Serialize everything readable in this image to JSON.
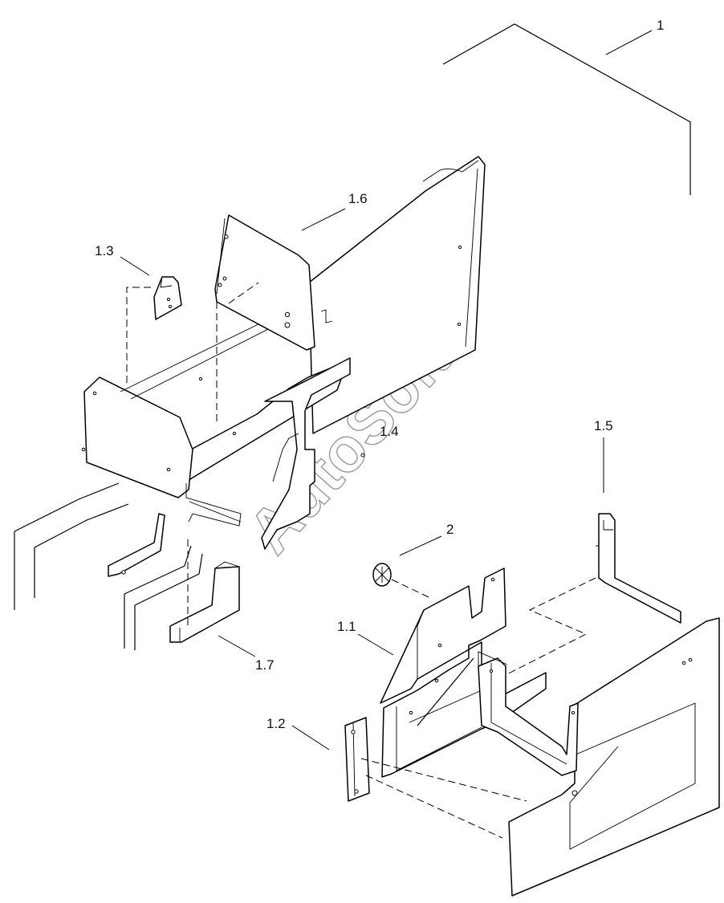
{
  "diagram": {
    "callouts": [
      {
        "id": "c1",
        "label": "1"
      },
      {
        "id": "c16",
        "label": "1.6"
      },
      {
        "id": "c13",
        "label": "1.3"
      },
      {
        "id": "c14",
        "label": "1.4"
      },
      {
        "id": "c15",
        "label": "1.5"
      },
      {
        "id": "c2",
        "label": "2"
      },
      {
        "id": "c11",
        "label": "1.1"
      },
      {
        "id": "c17",
        "label": "1.7"
      },
      {
        "id": "c12",
        "label": "1.2"
      }
    ],
    "watermark": "AutoSoft"
  }
}
